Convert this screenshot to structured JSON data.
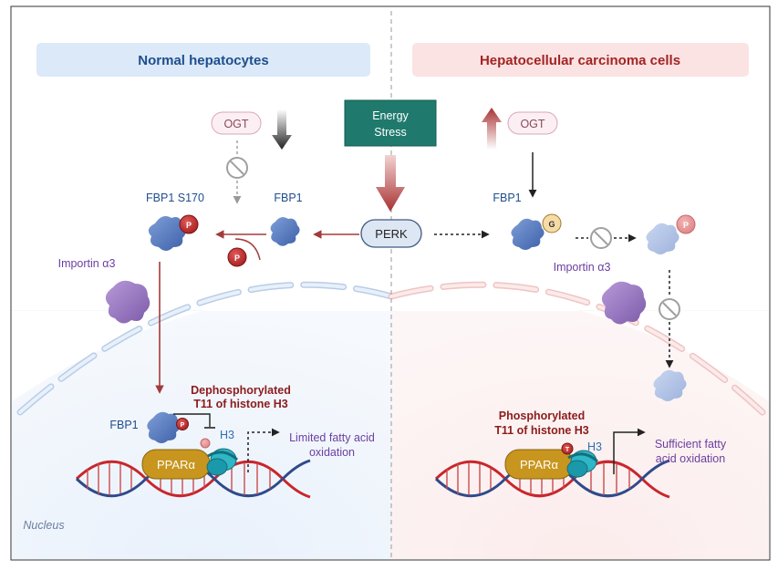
{
  "panels": {
    "left_title": "Normal hepatocytes",
    "right_title": "Hepatocellular carcinoma cells",
    "left_color": "#dbe9f8",
    "right_color": "#fbe3e3"
  },
  "center": {
    "energy_line1": "Energy",
    "energy_line2": "Stress",
    "perk": "PERK",
    "energy_color": "#1f7a6d"
  },
  "left": {
    "ogt": "OGT",
    "fbp1": "FBP1",
    "fbp1_s170": "FBP1 S170",
    "p_badge": "P",
    "importin": "Importin α3",
    "dephos_line1": "Dephosphorylated",
    "dephos_line2": "T11 of histone H3",
    "fbp1_nucleus": "FBP1",
    "h3": "H3",
    "ppar": "PPARα",
    "outcome_line1": "Limited fatty acid",
    "outcome_line2": "oxidation",
    "nucleus": "Nucleus"
  },
  "right": {
    "ogt": "OGT",
    "fbp1": "FBP1",
    "g_badge": "G",
    "p_badge": "P",
    "importin": "Importin α3",
    "phos_line1": "Phosphorylated",
    "phos_line2": "T11 of histone H3",
    "t_badge": "T",
    "h3": "H3",
    "ppar": "PPARα",
    "outcome_line1": "Sufficient fatty",
    "outcome_line2": "acid oxidation"
  }
}
